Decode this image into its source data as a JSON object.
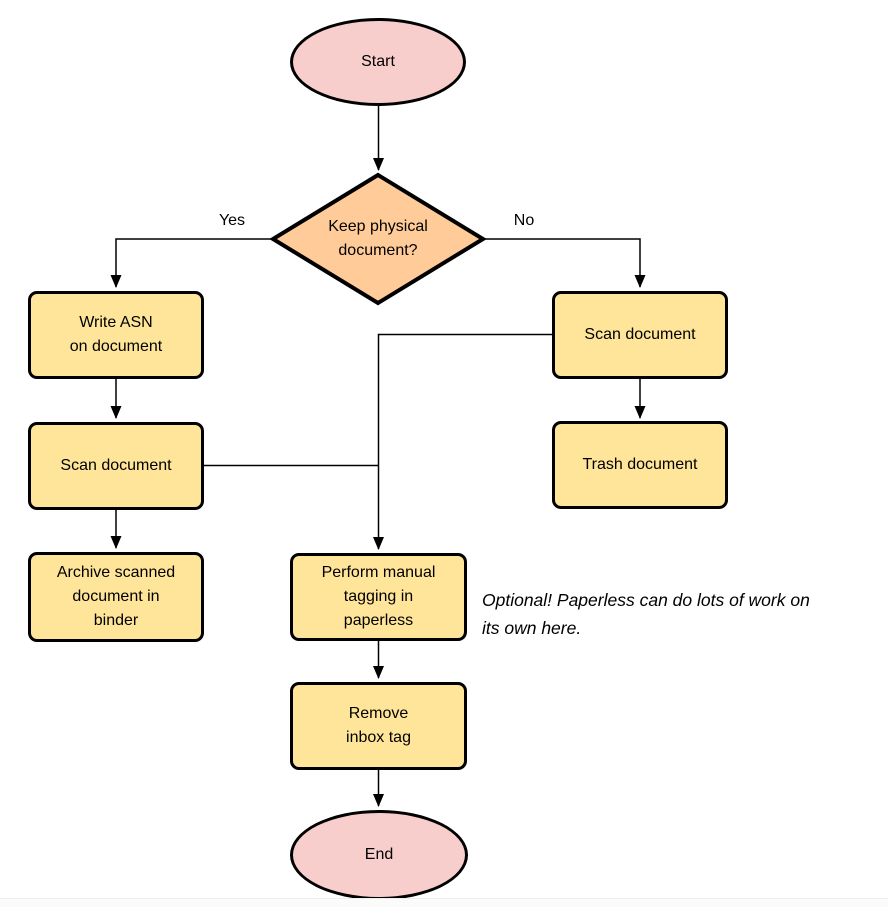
{
  "nodes": {
    "start": {
      "label": "Start",
      "shape": "terminator",
      "fill": "#F8CECC"
    },
    "decision": {
      "label": [
        "Keep physical",
        "document?"
      ],
      "shape": "decision",
      "fill": "#FFCC99"
    },
    "write_asn": {
      "label": [
        "Write ASN",
        "on document"
      ],
      "shape": "process",
      "fill": "#FFE599"
    },
    "scan_left": {
      "label": "Scan document",
      "shape": "process",
      "fill": "#FFE599"
    },
    "archive": {
      "label": [
        "Archive scanned",
        "document in",
        "binder"
      ],
      "shape": "process",
      "fill": "#FFE599"
    },
    "scan_right": {
      "label": "Scan document",
      "shape": "process",
      "fill": "#FFE599"
    },
    "trash": {
      "label": "Trash document",
      "shape": "process",
      "fill": "#FFE599"
    },
    "perform_tagging": {
      "label": [
        "Perform manual",
        "tagging in",
        "paperless"
      ],
      "shape": "process",
      "fill": "#FFE599"
    },
    "remove_inbox_tag": {
      "label": [
        "Remove",
        "inbox tag"
      ],
      "shape": "process",
      "fill": "#FFE599"
    },
    "end": {
      "label": "End",
      "shape": "terminator",
      "fill": "#F8CECC"
    }
  },
  "edges": [
    {
      "from": "start",
      "to": "decision"
    },
    {
      "from": "decision",
      "to": "write_asn",
      "label": "Yes"
    },
    {
      "from": "decision",
      "to": "scan_right",
      "label": "No"
    },
    {
      "from": "write_asn",
      "to": "scan_left"
    },
    {
      "from": "scan_left",
      "to": "archive"
    },
    {
      "from": "scan_right",
      "to": "trash"
    },
    {
      "from": "scan_right",
      "to": "perform_tagging"
    },
    {
      "from": "scan_left",
      "to": "perform_tagging"
    },
    {
      "from": "perform_tagging",
      "to": "remove_inbox_tag"
    },
    {
      "from": "remove_inbox_tag",
      "to": "end"
    }
  ],
  "annotation": {
    "text": [
      "Optional! Paperless can do lots of work on",
      "its own here."
    ]
  },
  "colors": {
    "terminator_fill": "#F8CECC",
    "decision_fill": "#FFCC99",
    "process_fill": "#FFE599",
    "stroke": "#000000"
  }
}
